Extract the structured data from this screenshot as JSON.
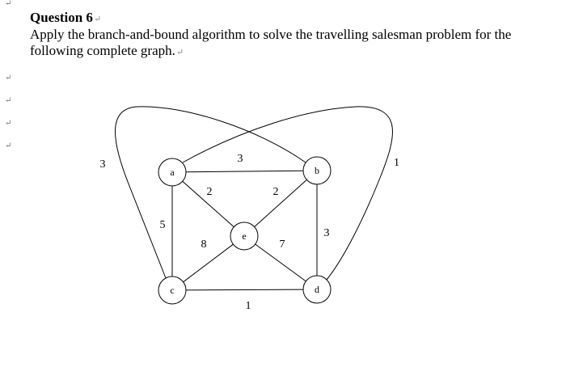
{
  "question": {
    "title": "Question 6",
    "body_line1": "Apply the branch-and-bound algorithm to solve the travelling salesman problem for the",
    "body_line2": "following complete graph."
  },
  "formatting_marks": {
    "paragraph": "↵",
    "end_of_cell": "↵"
  },
  "graph": {
    "nodes": [
      {
        "id": "a",
        "label": "a"
      },
      {
        "id": "b",
        "label": "b"
      },
      {
        "id": "c",
        "label": "c"
      },
      {
        "id": "d",
        "label": "d"
      },
      {
        "id": "e",
        "label": "e"
      }
    ],
    "edges": [
      {
        "from": "a",
        "to": "b",
        "weight": "3"
      },
      {
        "from": "a",
        "to": "c",
        "weight": "5"
      },
      {
        "from": "a",
        "to": "e",
        "weight": "2"
      },
      {
        "from": "b",
        "to": "e",
        "weight": "2"
      },
      {
        "from": "b",
        "to": "d",
        "weight": "3"
      },
      {
        "from": "c",
        "to": "d",
        "weight": "1"
      },
      {
        "from": "c",
        "to": "e",
        "weight": "8"
      },
      {
        "from": "d",
        "to": "e",
        "weight": "7"
      },
      {
        "from": "a",
        "to": "d",
        "weight": "1"
      },
      {
        "from": "b",
        "to": "c",
        "weight": "3"
      }
    ]
  }
}
